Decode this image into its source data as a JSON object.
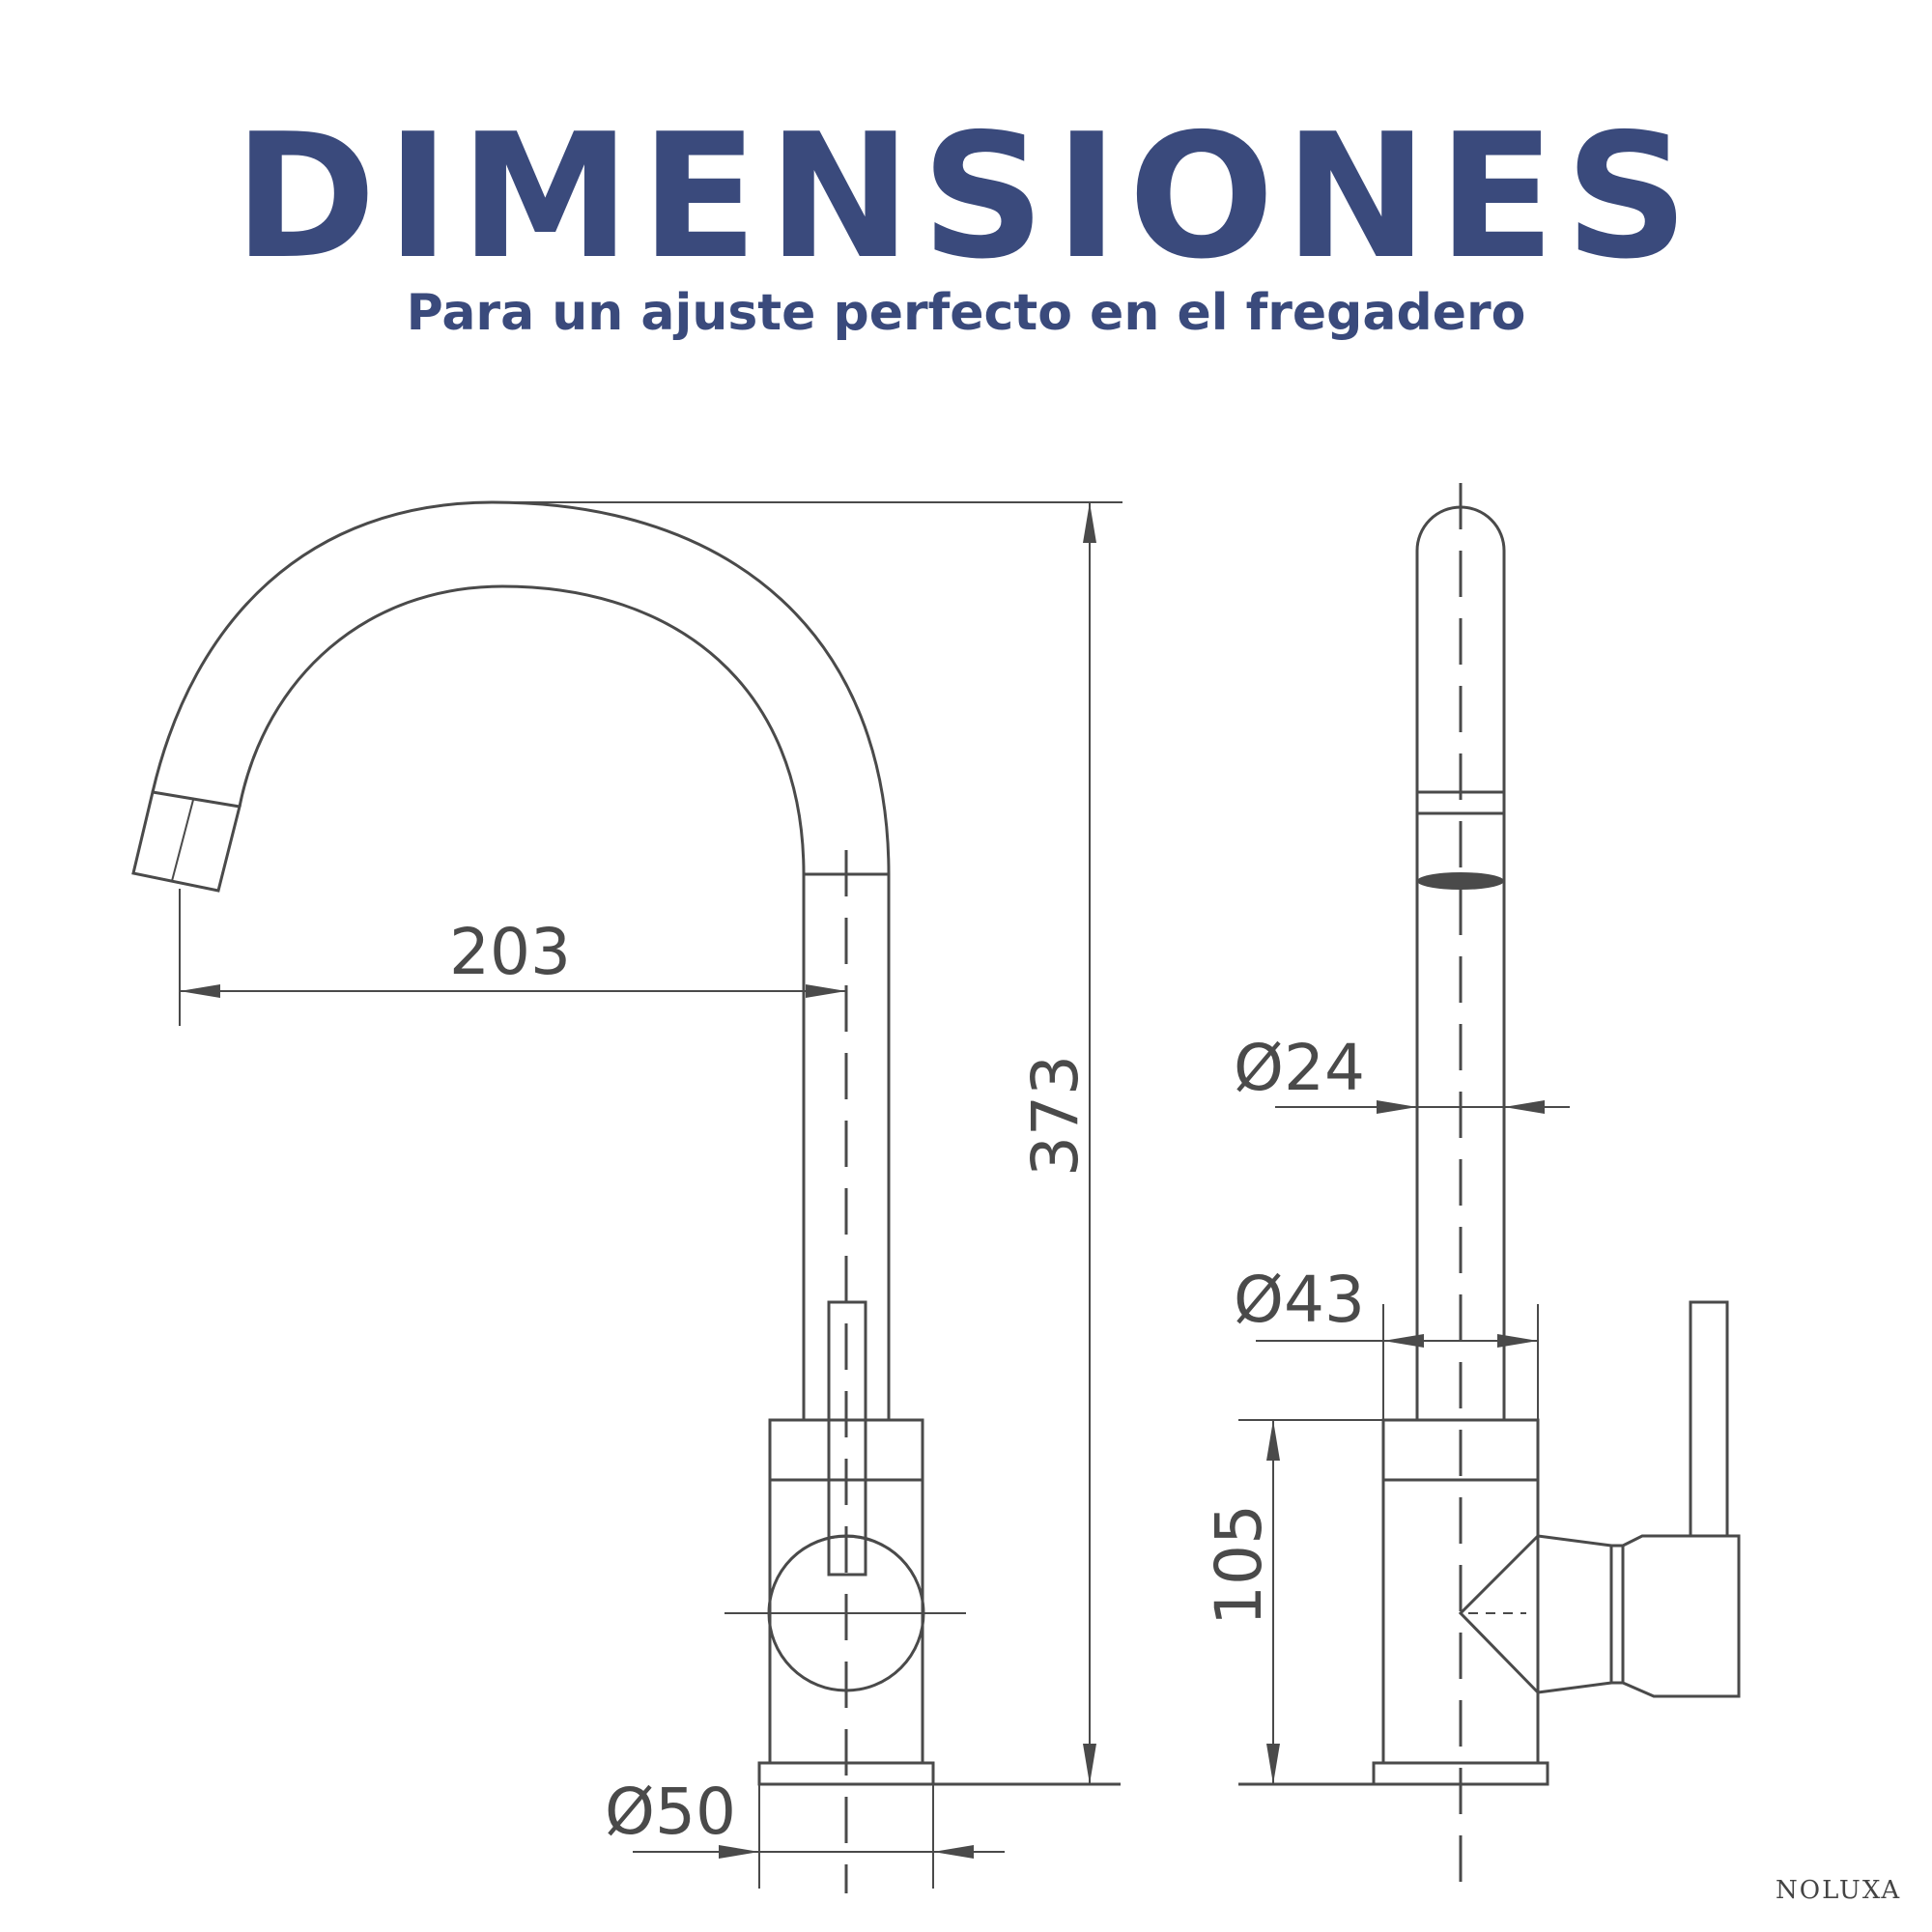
{
  "header": {
    "title": "DIMENSIONES",
    "subtitle": "Para un ajuste perfecto en el fregadero"
  },
  "front_view": {
    "reach": "203",
    "height": "373",
    "base_diameter": "Ø50"
  },
  "side_view": {
    "spout_diameter": "Ø24",
    "body_diameter": "Ø43",
    "body_height": "105"
  },
  "brand": "NOLUXA",
  "colors": {
    "title": "#3a4a7c",
    "line": "#4a4a4a"
  }
}
